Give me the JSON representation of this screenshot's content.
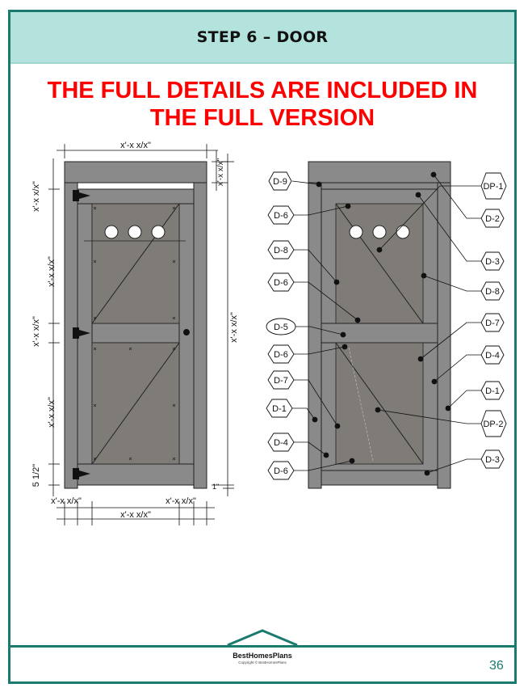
{
  "header": {
    "title": "STEP 6 – DOOR"
  },
  "notice": {
    "line1": "THE FULL DETAILS ARE INCLUDED IN",
    "line2": "THE FULL VERSION"
  },
  "left_drawing": {
    "dim_top": "x'-x x/x\"",
    "dim_right_top": "x'-x x/x\"",
    "dim_right_full": "x'-x x/x\"",
    "dim_left_1": "x'-x x/x\"",
    "dim_left_2": "x'-x x/x\"",
    "dim_left_3": "x'-x x/x\"",
    "dim_left_4": "x'-x x/x\"",
    "dim_left_5": "5 1/2\"",
    "dim_right_small": "1\"",
    "dim_bottom_left": "x'-x x/x\"",
    "dim_bottom_right": "x'-x x/x\"",
    "dim_bottom_total": "x'-x x/x\""
  },
  "tags_left": [
    "D-9",
    "D-6",
    "D-8",
    "D-6",
    "D-5",
    "D-6",
    "D-7",
    "D-1",
    "D-4",
    "D-6"
  ],
  "tags_right": [
    "DP-1",
    "D-2",
    "D-3",
    "D-8",
    "D-7",
    "D-4",
    "D-1",
    "DP-2",
    "D-3"
  ],
  "footer": {
    "brand": "BestHomesPlans",
    "copyright": "Copyright © BestHomesPlans",
    "page": "36"
  }
}
